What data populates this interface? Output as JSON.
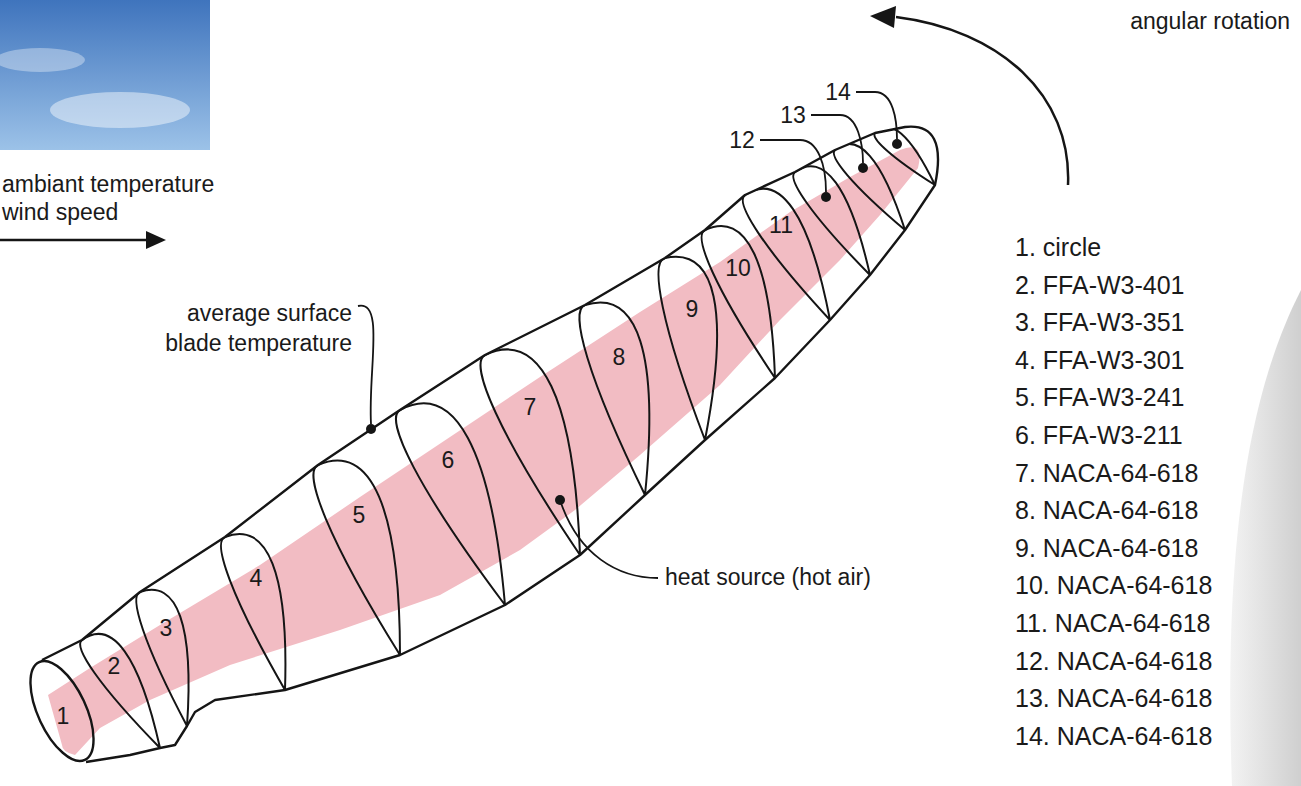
{
  "diagram": {
    "labels": [
      "angular rotation",
      "ambiant temperature wind speed",
      "average surface blade temperature",
      "heat source (hot air)",
      "1",
      "2",
      "3",
      "4",
      "5",
      "6",
      "7",
      "8",
      "9",
      "10",
      "11",
      "12",
      "13",
      "14",
      "1. circle",
      "2. FFA-W3-401",
      "3. FFA-W3-351",
      "4. FFA-W3-301",
      "5. FFA-W3-241",
      "6. FFA-W3-211",
      "7. NACA-64-618",
      "8. NACA-64-618",
      "9. NACA-64-618",
      "10. NACA-64-618",
      "11. NACA-64-618",
      "12. NACA-64-618",
      "13. NACA-64-618",
      "14. NACA-64-618"
    ]
  }
}
